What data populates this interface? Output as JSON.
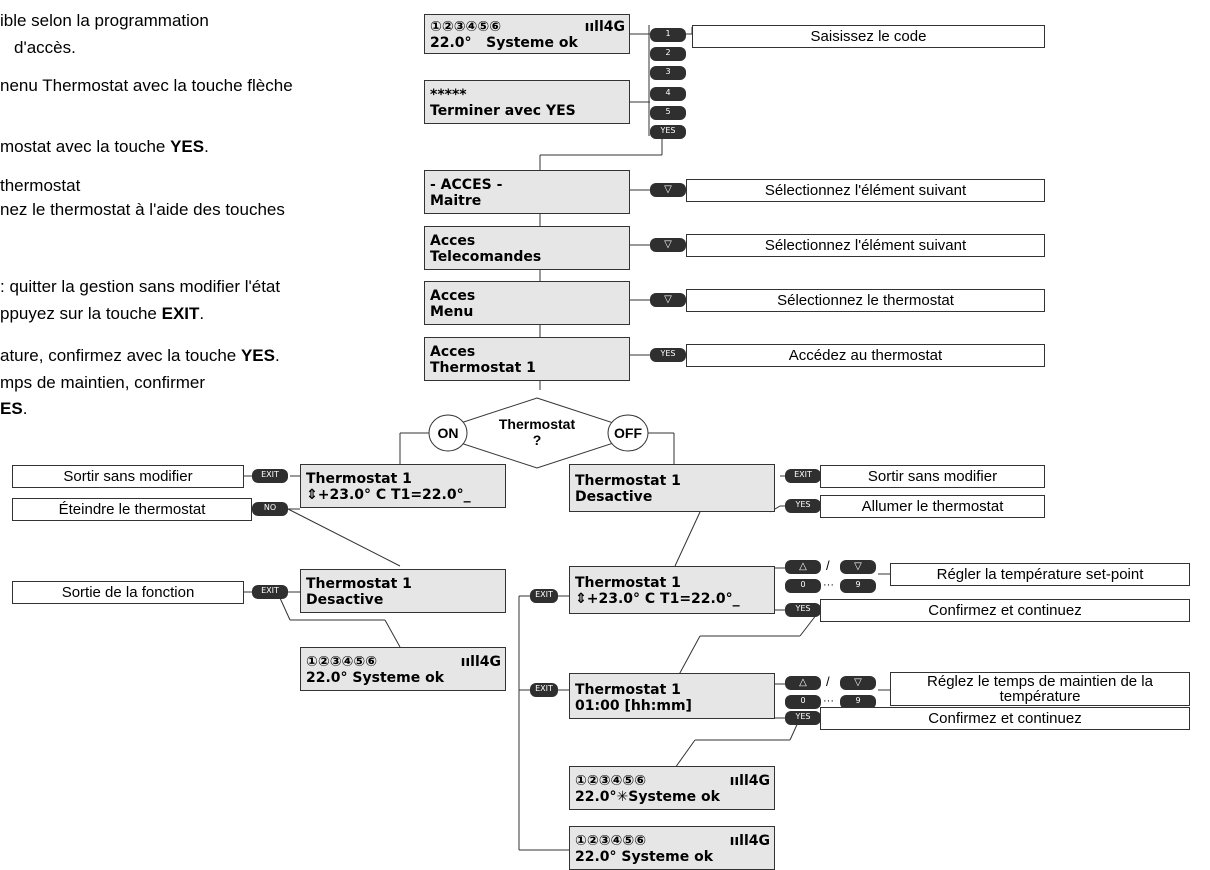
{
  "instructions": [
    {
      "text": "ible selon la programmation",
      "bold": ""
    },
    {
      "text": "d'accès.",
      "bold": ""
    },
    {
      "text": "nenu Thermostat avec la touche flèche",
      "bold": ""
    },
    {
      "text": "mostat avec la touche ",
      "bold": "YES",
      "tail": "."
    },
    {
      "text": "thermostat",
      "bold": ""
    },
    {
      "text": "nez le thermostat à l'aide des touches",
      "bold": ""
    },
    {
      "text": ": quitter la gestion sans modifier l'état",
      "bold": ""
    },
    {
      "text": "ppuyez sur la touche ",
      "bold": "EXIT",
      "tail": "."
    },
    {
      "text": "ature, confirmez avec la touche ",
      "bold": "YES",
      "tail": "."
    },
    {
      "text": "mps de maintien, confirmer",
      "bold": ""
    },
    {
      "text": "",
      "bold": "ES",
      "tail": "."
    }
  ],
  "screens": {
    "status": {
      "zones": "①②③④⑤⑥",
      "signal": "ııll4G",
      "temp": "22.0°",
      "status": "Systeme ok"
    },
    "code": {
      "line1": "*****",
      "line2": "Terminer avec YES"
    },
    "acces_maitre": {
      "line1": "- ACCES -",
      "line2": "Maitre"
    },
    "acces_telecommandes": {
      "line1": "Acces",
      "line2": "Telecomandes"
    },
    "acces_menu": {
      "line1": "Acces",
      "line2": "Menu"
    },
    "acces_thermostat": {
      "line1": "Acces",
      "line2": "Thermostat 1"
    },
    "thermo_on": {
      "line1": "Thermostat 1",
      "line2": "⇕+23.0° C  T1=22.0°_"
    },
    "thermo_off": {
      "line1": "Thermostat 1",
      "line2": "Desactive"
    },
    "thermo_off_exit": {
      "line1": "Thermostat 1",
      "line2": "Desactive"
    },
    "status_after_exit": {
      "zones": "①②③④⑤⑥",
      "signal": "ııll4G",
      "line2": "22.0°   Systeme ok"
    },
    "thermo_setpoint": {
      "line1": "Thermostat 1",
      "line2": "⇕+23.0° C  T1=22.0°_"
    },
    "thermo_time": {
      "line1": "Thermostat 1",
      "line2": " 01:00 [hh:mm]"
    },
    "status_heating": {
      "zones": "①②③④⑤⑥",
      "signal": "ııll4G",
      "line2": "22.0°✳Systeme ok"
    },
    "status_final": {
      "zones": "①②③④⑤⑥",
      "signal": "ııll4G",
      "line2": "22.0°   Systeme ok"
    }
  },
  "keys": {
    "one": "1",
    "two": "2",
    "three": "3",
    "four": "4",
    "five": "5",
    "yes": "YES",
    "no": "NO",
    "exit": "EXIT",
    "down": "▽",
    "up": "△",
    "zero": "0",
    "nine": "9",
    "slash": "/",
    "dots": "···"
  },
  "labels": {
    "enter_code": "Saisissez le code",
    "next_item_1": "Sélectionnez l'élément suivant",
    "next_item_2": "Sélectionnez l'élément suivant",
    "select_thermostat": "Sélectionnez le thermostat",
    "access_thermostat": "Accédez au thermostat",
    "exit_no_change_left": "Sortir sans modifier",
    "turn_off": "Éteindre le thermostat",
    "exit_function": "Sortie de la fonction",
    "exit_no_change_right": "Sortir sans modifier",
    "turn_on": "Allumer le thermostat",
    "set_temperature": "Régler la température set-point",
    "confirm_1": "Confirmez et continuez",
    "set_hold_time": "Réglez le temps de maintien de la température",
    "confirm_2": "Confirmez et continuez"
  },
  "decision": {
    "text_line1": "Thermostat",
    "text_line2": "?",
    "on": "ON",
    "off": "OFF"
  }
}
